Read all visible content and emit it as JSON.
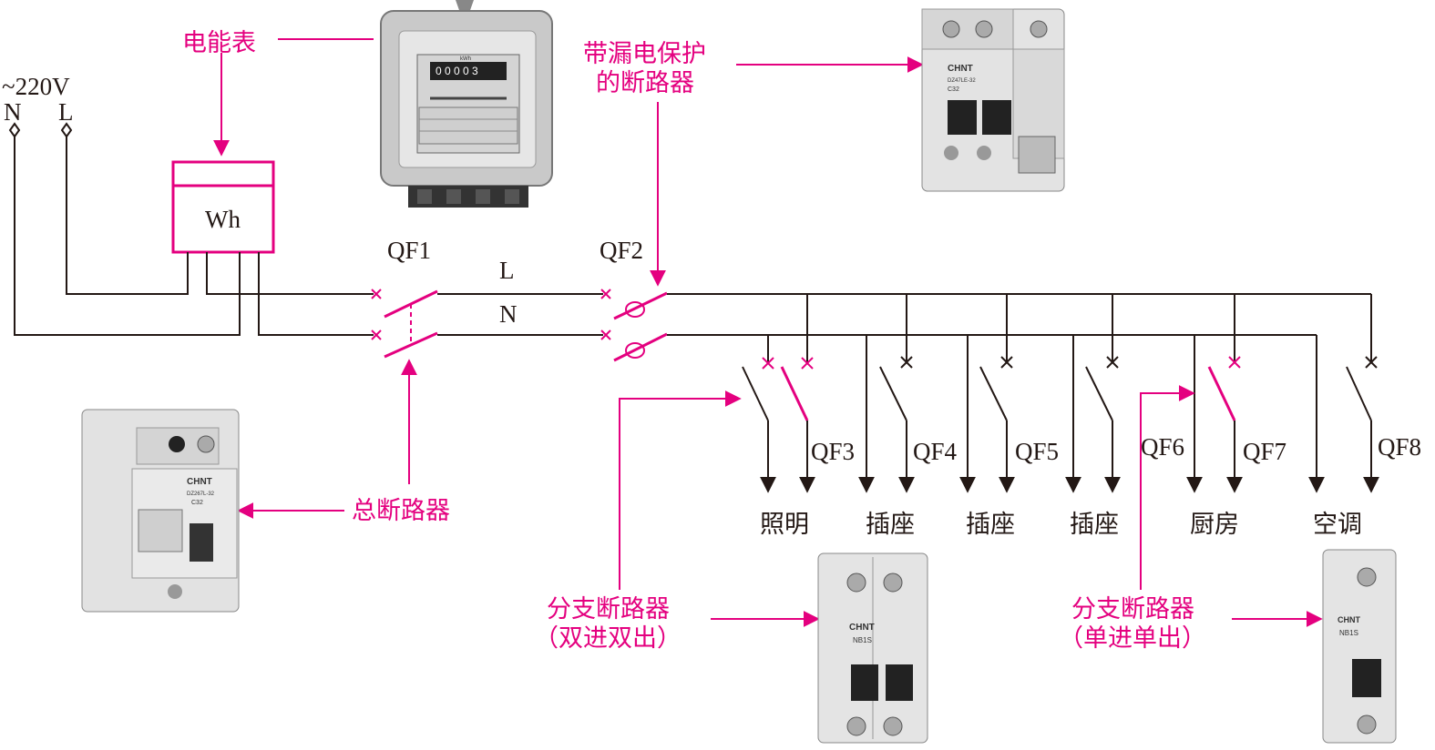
{
  "supply": {
    "voltage": "~220V",
    "n": "N",
    "l": "L"
  },
  "meter": {
    "label": "电能表",
    "symbol": "Wh",
    "digits": "0 0 0 0 3",
    "unit": "kWh"
  },
  "rcd_label": [
    "带漏电保护",
    "的断路器"
  ],
  "main_breaker_label": "总断路器",
  "line_labels": {
    "l": "L",
    "n": "N"
  },
  "breakers": {
    "qf1": "QF1",
    "qf2": "QF2",
    "qf3": "QF3",
    "qf4": "QF4",
    "qf5": "QF5",
    "qf6": "QF6",
    "qf7": "QF7",
    "qf8": "QF8"
  },
  "loads": [
    "照明",
    "插座",
    "插座",
    "插座",
    "厨房",
    "空调"
  ],
  "branch_double": [
    "分支断路器",
    "（双进双出）"
  ],
  "branch_single": [
    "分支断路器",
    "（单进单出）"
  ],
  "device_brand": "CHNT",
  "device_models": {
    "rcd_top": "DZ47LE-32",
    "main": "DZ267L-32",
    "rating": "C32",
    "branch": "NB1S"
  },
  "colors": {
    "accent": "#e4007f",
    "wire": "#231815"
  }
}
